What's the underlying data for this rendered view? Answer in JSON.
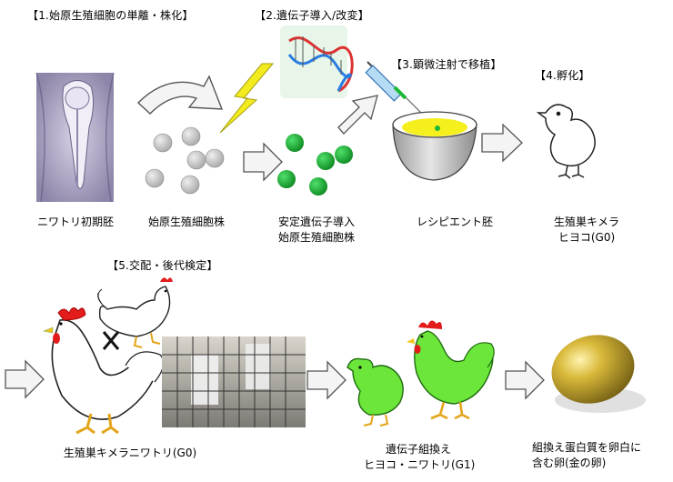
{
  "steps": {
    "step1": "【1.始原生殖細胞の単離・株化】",
    "step2": "【2.遺伝子導入/改変】",
    "step3": "【3.顕微注射で移植】",
    "step4": "【4.孵化】",
    "step5": "【5.交配・後代検定】"
  },
  "captions": {
    "chick_embryo": "ニワトリ初期胚",
    "pgc_line": "始原生殖細胞株",
    "stable_pgc_line1": "安定遺伝子導入",
    "stable_pgc_line2": "始原生殖細胞株",
    "recipient_embryo": "レシピエント胚",
    "chimera_chick1": "生殖巣キメラ",
    "chimera_chick2": "ヒヨコ(G0)",
    "chimera_chicken": "生殖巣キメラニワトリ(G0)",
    "transgenic1": "遺伝子組換え",
    "transgenic2": "ヒヨコ・ニワトリ(G1)",
    "golden_egg1": "組換え蛋白質を卵白に",
    "golden_egg2": "含む卵(金の卵)"
  },
  "colors": {
    "gray_cell": "#c8c8c8",
    "green_cell": "#1db835",
    "lightning": "#f2ec1e",
    "transgenic_green": "#6ce63a",
    "gold": "#b59a1e",
    "comb_red": "#e21b1b"
  },
  "icons": {
    "cross": "X"
  }
}
